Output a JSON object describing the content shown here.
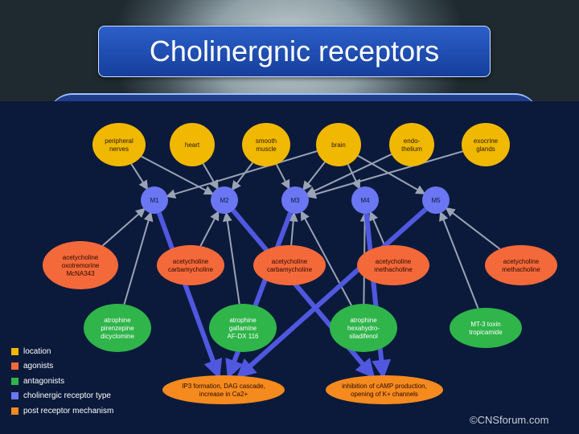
{
  "title": "Cholinergnic receptors",
  "credit": "©CNSforum.com",
  "colors": {
    "location": "#f0b800",
    "agonist": "#f4693a",
    "antagonist": "#2fb54a",
    "receptor": "#6a76f2",
    "post": "#f58a1f",
    "arrow_gray": "#9aa3b5",
    "arrow_blue": "#5058e0",
    "panel": "#0b1a3b"
  },
  "legend": [
    {
      "label": "location",
      "color": "#f0b800"
    },
    {
      "label": "agonists",
      "color": "#f4693a"
    },
    {
      "label": "antagonists",
      "color": "#2fb54a"
    },
    {
      "label": "cholinergic receptor type",
      "color": "#6a76f2"
    },
    {
      "label": "post receptor mechanism",
      "color": "#f58a1f"
    }
  ],
  "locations": [
    {
      "id": "peripheral",
      "lines": [
        "peripheral",
        "nerves"
      ]
    },
    {
      "id": "heart",
      "lines": [
        "heart"
      ]
    },
    {
      "id": "smooth",
      "lines": [
        "smooth",
        "muscle"
      ]
    },
    {
      "id": "brain",
      "lines": [
        "brain"
      ]
    },
    {
      "id": "endothelium",
      "lines": [
        "endo-",
        "thelium"
      ]
    },
    {
      "id": "exocrine",
      "lines": [
        "exocrine",
        "glands"
      ]
    }
  ],
  "receptors": [
    {
      "id": "M1",
      "label": "M1"
    },
    {
      "id": "M2",
      "label": "M2"
    },
    {
      "id": "M3",
      "label": "M3"
    },
    {
      "id": "M4",
      "label": "M4"
    },
    {
      "id": "M5",
      "label": "M5"
    }
  ],
  "agonists": [
    {
      "id": "ag1",
      "lines": [
        "acetycholine",
        "oxotremorine",
        "McNA343"
      ]
    },
    {
      "id": "ag2",
      "lines": [
        "acetycholine",
        "carbamycholine"
      ]
    },
    {
      "id": "ag3",
      "lines": [
        "acetycholine",
        "carbamycholine"
      ]
    },
    {
      "id": "ag4",
      "lines": [
        "acetycholine",
        "methacholine"
      ]
    },
    {
      "id": "ag5",
      "lines": [
        "acetycholine",
        "methacholine"
      ]
    }
  ],
  "antagonists": [
    {
      "id": "an1",
      "lines": [
        "atrophine",
        "pirenzepine",
        "dicyclomine"
      ]
    },
    {
      "id": "an2",
      "lines": [
        "atrophine",
        "gallamine",
        "AF-DX 116"
      ]
    },
    {
      "id": "an3",
      "lines": [
        "atrophine",
        "hexahydro-",
        "siladifenol"
      ]
    },
    {
      "id": "an4",
      "lines": [
        "MT-3 toxin",
        "tropicamide"
      ]
    }
  ],
  "mechanisms": [
    {
      "id": "p1",
      "lines": [
        "IP3 formation, DAG cascade,",
        "increase in Ca2+"
      ]
    },
    {
      "id": "p2",
      "lines": [
        "inhibition of cAMP production,",
        "opening of K+ channels"
      ]
    }
  ]
}
